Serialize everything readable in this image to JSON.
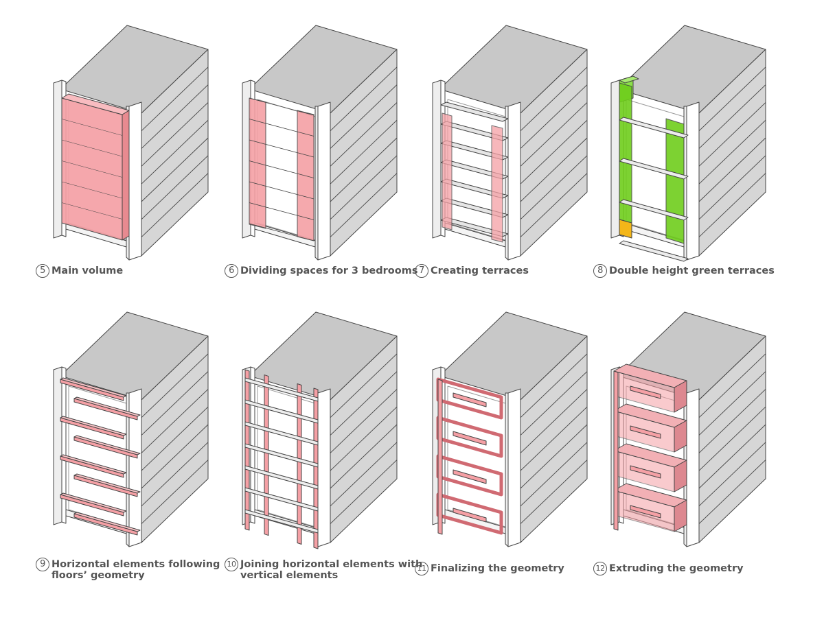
{
  "title": "Facade design process diagram",
  "colors": {
    "roof": "#c8c8c8",
    "side": "#d6d6d6",
    "front": "#ffffff",
    "edge": "#444444",
    "volume": "#f5a0a5",
    "green": "#6fce1c",
    "orange": "#f3b619"
  },
  "steps": [
    {
      "number": "5",
      "label": "Main volume"
    },
    {
      "number": "6",
      "label": "Dividing spaces for 3 bedrooms"
    },
    {
      "number": "7",
      "label": "Creating terraces"
    },
    {
      "number": "8",
      "label": "Double height green terraces"
    },
    {
      "number": "9",
      "label": "Horizontal elements following\nfloors’ geometry"
    },
    {
      "number": "10",
      "label": "Joining horizontal elements with\nvertical elements"
    },
    {
      "number": "11",
      "label": "Finalizing the geometry"
    },
    {
      "number": "12",
      "label": "Extruding the geometry"
    }
  ]
}
